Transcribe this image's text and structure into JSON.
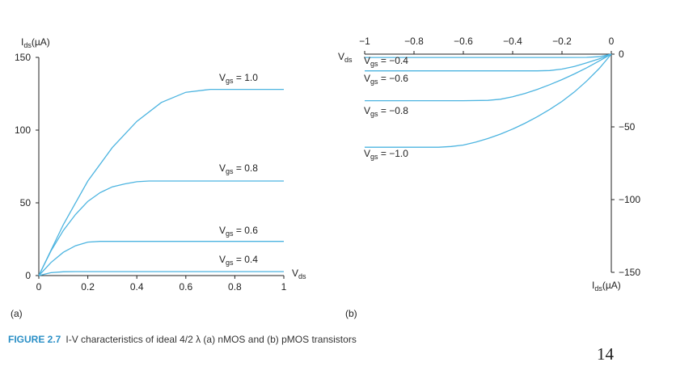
{
  "caption": {
    "figure_label": "FIGURE 2.7",
    "text": "I-V characteristics of ideal 4/2 λ (a) nMOS and (b) pMOS transistors"
  },
  "page_number": "14",
  "panel_a": {
    "tag": "(a)"
  },
  "panel_b": {
    "tag": "(b)"
  },
  "chart_data": [
    {
      "type": "line",
      "panel": "(a) nMOS",
      "xlabel": "V",
      "xlabel_sub": "ds",
      "ylabel": "I",
      "ylabel_sub": "ds",
      "ylabel_unit": "(µA)",
      "xlim": [
        0,
        1
      ],
      "ylim": [
        0,
        150
      ],
      "xticks": [
        0,
        0.2,
        0.4,
        0.6,
        0.8,
        1
      ],
      "xtick_labels": [
        "0",
        "0.2",
        "0.4",
        "0.6",
        "0.8",
        "1"
      ],
      "yticks": [
        0,
        50,
        100,
        150
      ],
      "ytick_labels": [
        "0",
        "50",
        "100",
        "150"
      ],
      "grid": false,
      "series": [
        {
          "name": "V_gs = 1.0",
          "label_prefix": "V",
          "label_sub": "gs",
          "label_value": " = 1.0",
          "x": [
            0,
            0.1,
            0.2,
            0.3,
            0.4,
            0.5,
            0.6,
            0.7,
            0.8,
            0.9,
            1.0
          ],
          "y": [
            0,
            35,
            65,
            88,
            106,
            119,
            126,
            128,
            128,
            128,
            128
          ]
        },
        {
          "name": "V_gs = 0.8",
          "label_prefix": "V",
          "label_sub": "gs",
          "label_value": " = 0.8",
          "x": [
            0,
            0.05,
            0.1,
            0.15,
            0.2,
            0.25,
            0.3,
            0.35,
            0.4,
            0.45,
            0.5,
            0.6,
            0.7,
            0.8,
            0.9,
            1.0
          ],
          "y": [
            0,
            17,
            31,
            42,
            51,
            57,
            61,
            63,
            64.5,
            65,
            65,
            65,
            65,
            65,
            65,
            65
          ]
        },
        {
          "name": "V_gs = 0.6",
          "label_prefix": "V",
          "label_sub": "gs",
          "label_value": " = 0.6",
          "x": [
            0,
            0.05,
            0.1,
            0.15,
            0.2,
            0.25,
            0.3,
            0.4,
            0.5,
            0.6,
            0.7,
            0.8,
            0.9,
            1.0
          ],
          "y": [
            0,
            9,
            16,
            20.5,
            23,
            23.5,
            23.5,
            23.5,
            23.5,
            23.5,
            23.5,
            23.5,
            23.5,
            23.5
          ]
        },
        {
          "name": "V_gs = 0.4",
          "label_prefix": "V",
          "label_sub": "gs",
          "label_value": " = 0.4",
          "x": [
            0,
            0.05,
            0.1,
            0.15,
            0.2,
            0.4,
            0.6,
            0.8,
            1.0
          ],
          "y": [
            0,
            2,
            2.6,
            2.7,
            2.7,
            2.7,
            2.7,
            2.7,
            2.7
          ]
        }
      ]
    },
    {
      "type": "line",
      "panel": "(b) pMOS",
      "xlabel": "V",
      "xlabel_sub": "ds",
      "ylabel": "I",
      "ylabel_sub": "ds",
      "ylabel_unit": "(µA)",
      "xlim": [
        -1,
        0
      ],
      "ylim": [
        -150,
        0
      ],
      "xticks": [
        -1,
        -0.8,
        -0.6,
        -0.4,
        -0.2,
        0
      ],
      "xtick_labels": [
        "−1",
        "−0.8",
        "−0.6",
        "−0.4",
        "−0.2",
        "0"
      ],
      "yticks": [
        0,
        -50,
        -100,
        -150
      ],
      "ytick_labels": [
        "0",
        "−50",
        "−100",
        "−150"
      ],
      "grid": false,
      "series": [
        {
          "name": "V_gs = −0.4",
          "label_prefix": "V",
          "label_sub": "gs",
          "label_value": " = −0.4",
          "x": [
            -1,
            -0.8,
            -0.6,
            -0.4,
            -0.2,
            -0.1,
            -0.05,
            0
          ],
          "y": [
            -2.3,
            -2.3,
            -2.3,
            -2.3,
            -2.3,
            -2.2,
            -1.8,
            0
          ]
        },
        {
          "name": "V_gs = −0.6",
          "label_prefix": "V",
          "label_sub": "gs",
          "label_value": " = −0.6",
          "x": [
            -1,
            -0.8,
            -0.6,
            -0.4,
            -0.3,
            -0.25,
            -0.2,
            -0.15,
            -0.1,
            -0.05,
            0
          ],
          "y": [
            -11.5,
            -11.5,
            -11.5,
            -11.5,
            -11.5,
            -11.3,
            -10.3,
            -8.5,
            -6,
            -3.3,
            0
          ]
        },
        {
          "name": "V_gs = −0.8",
          "label_prefix": "V",
          "label_sub": "gs",
          "label_value": " = −0.8",
          "x": [
            -1,
            -0.8,
            -0.6,
            -0.5,
            -0.45,
            -0.4,
            -0.35,
            -0.3,
            -0.25,
            -0.2,
            -0.15,
            -0.1,
            -0.05,
            0
          ],
          "y": [
            -32,
            -32,
            -32,
            -31.8,
            -31,
            -29.3,
            -27,
            -24.2,
            -21,
            -17.5,
            -13.6,
            -9.4,
            -4.8,
            0
          ]
        },
        {
          "name": "V_gs = −1.0",
          "label_prefix": "V",
          "label_sub": "gs",
          "label_value": " = −1.0",
          "x": [
            -1,
            -0.8,
            -0.7,
            -0.65,
            -0.6,
            -0.55,
            -0.5,
            -0.45,
            -0.4,
            -0.35,
            -0.3,
            -0.25,
            -0.2,
            -0.15,
            -0.1,
            -0.05,
            0
          ],
          "y": [
            -64,
            -64,
            -64,
            -63.5,
            -62.5,
            -60.5,
            -58,
            -55,
            -51.5,
            -47.5,
            -43,
            -38,
            -32.5,
            -26,
            -18.5,
            -10,
            0
          ]
        }
      ]
    }
  ]
}
